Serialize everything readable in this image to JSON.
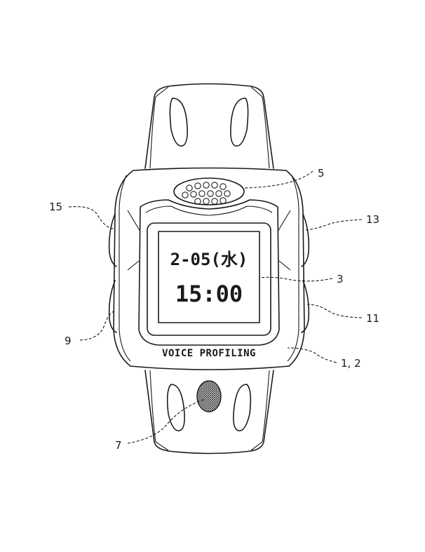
{
  "display": {
    "date": "2-05(水)",
    "time": "15:00"
  },
  "brand_label": "VOICE PROFILING",
  "reference_numerals": {
    "speaker": "5",
    "side_left_upper": "15",
    "side_right_upper": "13",
    "display": "3",
    "side_right_lower": "11",
    "side_left_lower": "9",
    "body": "1, 2",
    "microphone": "7"
  }
}
